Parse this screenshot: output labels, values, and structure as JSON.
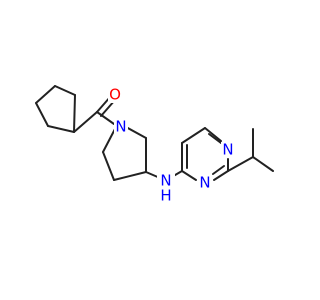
{
  "molecule": {
    "colors": {
      "bond": "#222222",
      "oxygen": "#ff0000",
      "nitrogen": "#0000ff"
    },
    "atoms": {
      "oxygen": {
        "label": "O"
      },
      "amide_n": {
        "label": "N"
      },
      "amine_nh": {
        "label": "N",
        "sub_label": "H"
      },
      "pyrimidine_n1": {
        "label": "N"
      },
      "pyrimidine_n3": {
        "label": "N"
      }
    }
  }
}
